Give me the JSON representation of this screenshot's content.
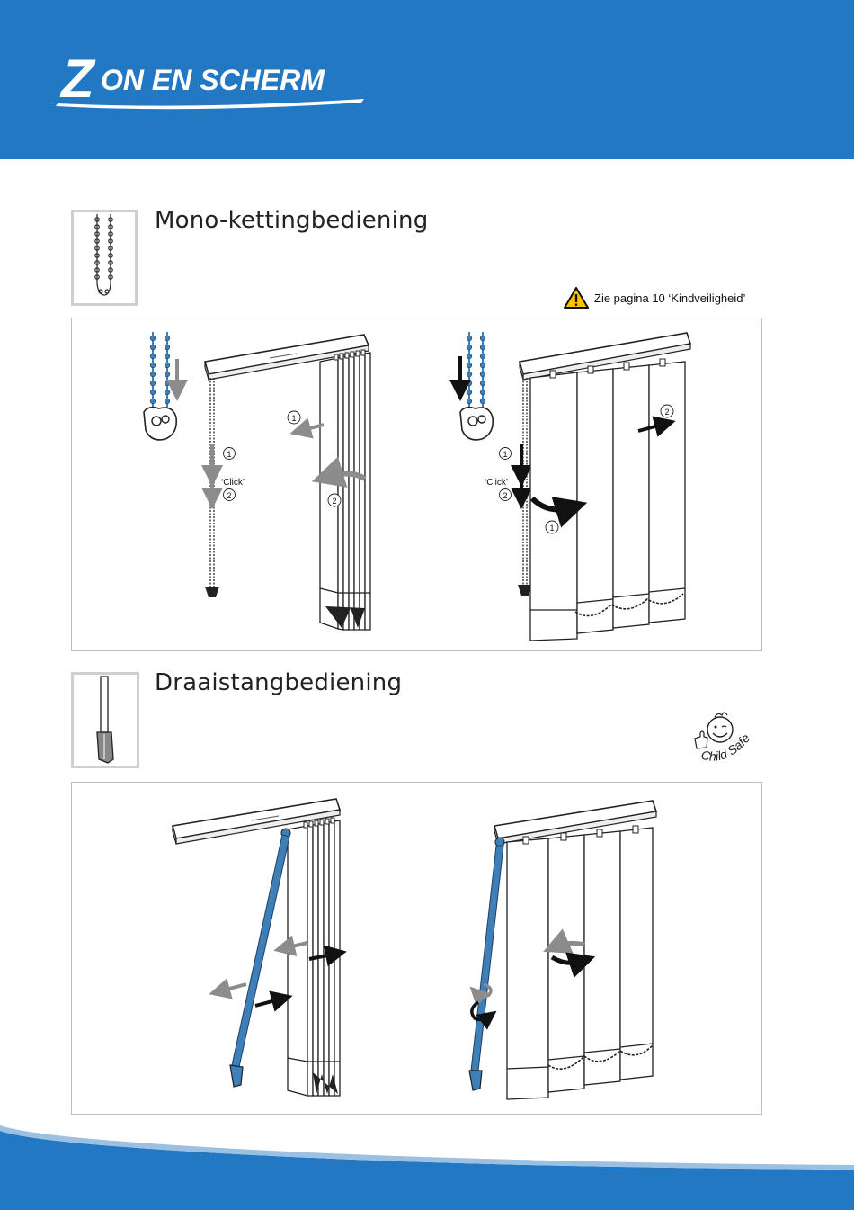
{
  "brand": {
    "logo_text": "ZON EN SCHERM",
    "color": "#2278c3"
  },
  "sections": [
    {
      "title": "Mono-kettingbediening"
    },
    {
      "title": "Draaistangbediening"
    }
  ],
  "warning": {
    "text": "Zie pagina 10 ‘Kindveiligheid’",
    "icon": "warning-triangle-icon"
  },
  "diagram1": {
    "click_label": "‘Click’",
    "left": {
      "step1": "1",
      "step2": "2",
      "arrow1": "1",
      "arrow2": "2"
    },
    "right": {
      "step1": "1",
      "step2": "2",
      "arrow1": "1",
      "arrow2": "2"
    }
  },
  "childsafe": {
    "logo_text": "Child Safe",
    "icon": "child-safe-logo"
  },
  "colors": {
    "accent": "#2278c3",
    "chain_blue": "#3f7fb8",
    "arrow_gray": "#8c8c8c",
    "arrow_black": "#111111"
  }
}
